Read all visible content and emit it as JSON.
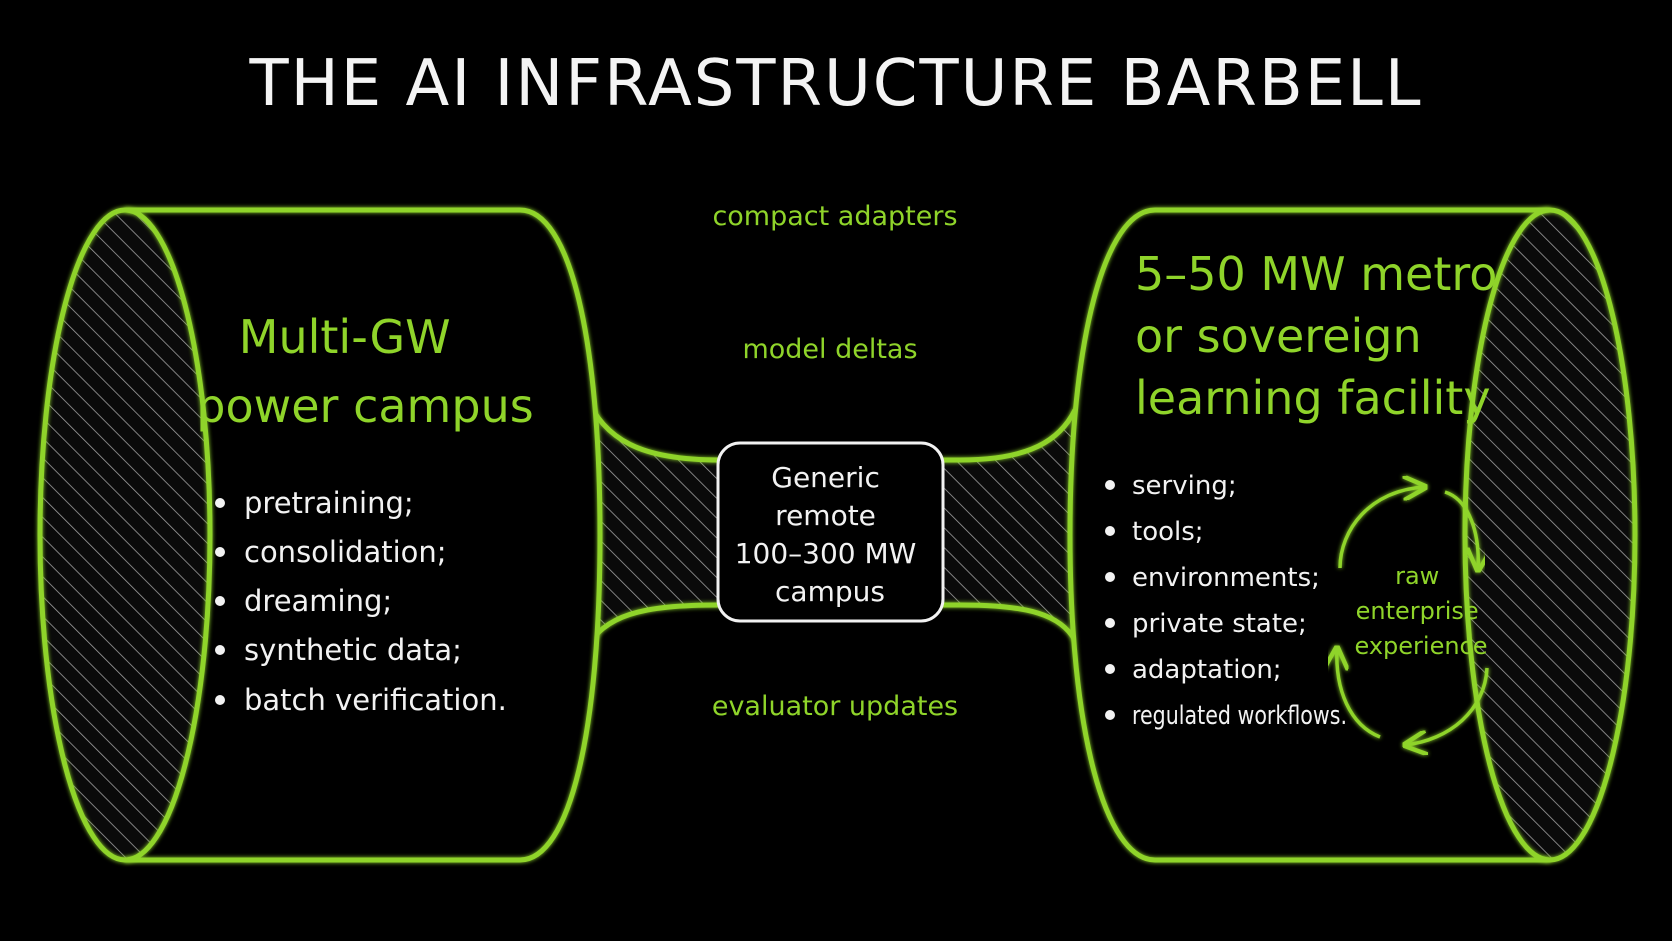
{
  "title": "THE AI INFRASTRUCTURE BARBELL",
  "left_weight": {
    "heading_lines": [
      "Multi-GW",
      "power campus"
    ],
    "items": [
      "pretraining;",
      "consolidation;",
      "dreaming;",
      "synthetic data;",
      "batch verification."
    ]
  },
  "center_hub": {
    "lines": [
      "Generic",
      "remote",
      "100–300 MW",
      "campus"
    ]
  },
  "right_weight": {
    "heading_lines": [
      "5–50 MW metro",
      "or sovereign",
      "learning facility"
    ],
    "items": [
      "serving;",
      "tools;",
      "environments;",
      "private state;",
      "adaptation;",
      "regulated workflows."
    ],
    "cycle_label_lines": [
      "raw",
      "enterprise",
      "experience"
    ]
  },
  "flows": {
    "top": "compact adapters",
    "middle": "model deltas",
    "bottom": "evaluator updates"
  },
  "colors": {
    "background": "#000000",
    "accent_green": "#8fd42a",
    "chalk_white": "#f2f2f2"
  }
}
